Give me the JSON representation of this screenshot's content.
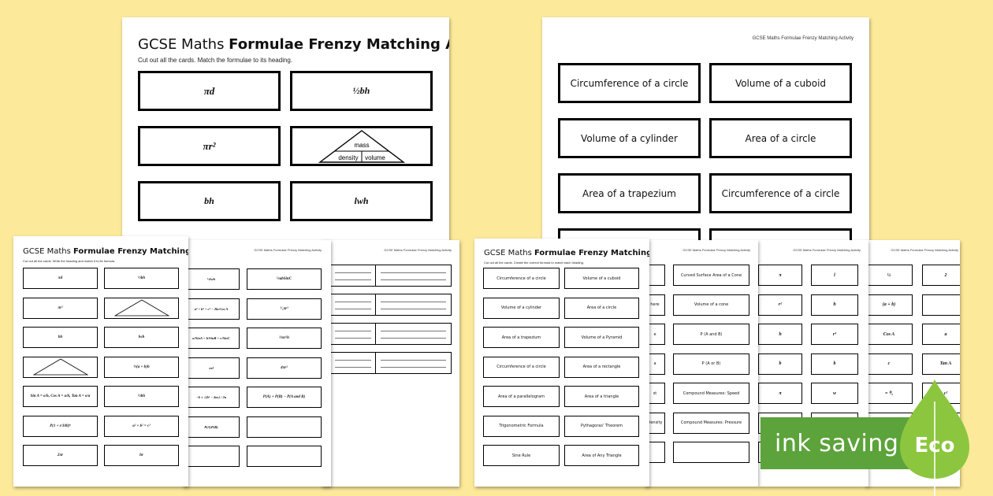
{
  "main_sheet": {
    "title_regular": "GCSE Maths ",
    "title_bold": "Formulae Frenzy Matching Activity",
    "subtitle": "Cut out all the cards. Match the formulae to its heading.",
    "cards": [
      {
        "text": "πd",
        "style": "math"
      },
      {
        "text": "½bh",
        "style": "math"
      },
      {
        "text": "πr²",
        "style": "math"
      },
      {
        "text": "",
        "style": "triangle"
      },
      {
        "text": "bh",
        "style": "math"
      },
      {
        "text": "lwh",
        "style": "math"
      }
    ],
    "triangle": {
      "top": "mass",
      "left": "density",
      "right": "volume"
    }
  },
  "headings_sheet": {
    "header": "GCSE Maths Formulae Frenzy Matching Activity",
    "cards": [
      "Circumference of a circle",
      "Volume of a cuboid",
      "Volume of a cylinder",
      "Area of a circle",
      "Area of a trapezium",
      "Circumference of a circle"
    ]
  },
  "left_group": {
    "title_regular": "GCSE Maths ",
    "title_bold": "Formulae Frenzy Matching Activity",
    "subtitle": "Cut out all the cards. Write the heading and match it to its formula.",
    "col1": [
      "πd",
      "πr²",
      "bh",
      "",
      "Sin A = o/h, Cos A = a/h, Tan A = o/a",
      "P(1 + r/100)ⁿ",
      "2πr"
    ],
    "col2": [
      "½bh",
      "",
      "lwh",
      "½(a + b)h",
      "½bh",
      "a² + b² = c²",
      "hr"
    ],
    "col3": [
      "⅓lwh",
      "a² = b² + c² − 2bcCos A",
      "a/SinA = b/SinB = c/SinC",
      "πrl",
      "−b ± √(b² − 4ac) / 2a",
      "P(A)P(B)",
      ""
    ],
    "col4": [
      "½abSinC",
      "⁴⁄₃πr³",
      "⅓πr²h",
      "4πr²",
      "P(A) + P(B) − P(A and B)",
      "",
      ""
    ],
    "header2": "GCSE Maths Formulae Frenzy Matching Activity",
    "header3": "GCSE Maths Formulae Frenzy Matching Activity"
  },
  "right_group": {
    "title_regular": "GCSE Maths ",
    "title_bold": "Formulae Frenzy Matching Activity",
    "subtitle": "Cut out all the cards. Create the correct formula to match each heading.",
    "col1": [
      "Circumference of a circle",
      "Volume of a cylinder",
      "Area of a trapezium",
      "Circumference of a circle",
      "Area of a parallelogram",
      "Trigonometric Formula",
      "Sine Rule"
    ],
    "col2": [
      "Volume of a cuboid",
      "Area of a circle",
      "Volume of a Pyramid",
      "Area of a rectangle",
      "Area of a triangle",
      "Pythagoras' Theorem",
      "Area of Any Triangle"
    ],
    "col3a": [
      "",
      "here",
      "e",
      "a",
      "st",
      "Density",
      ""
    ],
    "col3b": [
      "Curved Surface Area of a Cone",
      "Volume of a cone",
      "P (A and B)",
      "P (A or B)",
      "Compound Measures: Speed",
      "Compound Measures: Pressure",
      ""
    ],
    "col4a": [
      "π",
      "r²",
      "h",
      "b",
      "π",
      "a",
      ""
    ],
    "col4b": [
      "l",
      "h",
      "r³",
      "b",
      "w",
      "",
      ""
    ],
    "col5a": [
      "½",
      "(a + b)",
      "Cos A",
      "c",
      "= ⁰⁄ₐ",
      "",
      ""
    ],
    "col5b": [
      "2",
      "",
      "a",
      "Tan A",
      "c²",
      "",
      ""
    ],
    "header2": "GCSE Maths Formulae Frenzy Matching Activity",
    "header3": "GCSE Maths Formulae Frenzy Matching Activity",
    "header4": "GCSE Maths Formulae Frenzy Matching Activity"
  },
  "badge": {
    "text": "ink saving",
    "eco": "Eco"
  },
  "colors": {
    "background": "#fde99a",
    "badge": "#5ba33a",
    "leaf": "#8cc63f"
  }
}
